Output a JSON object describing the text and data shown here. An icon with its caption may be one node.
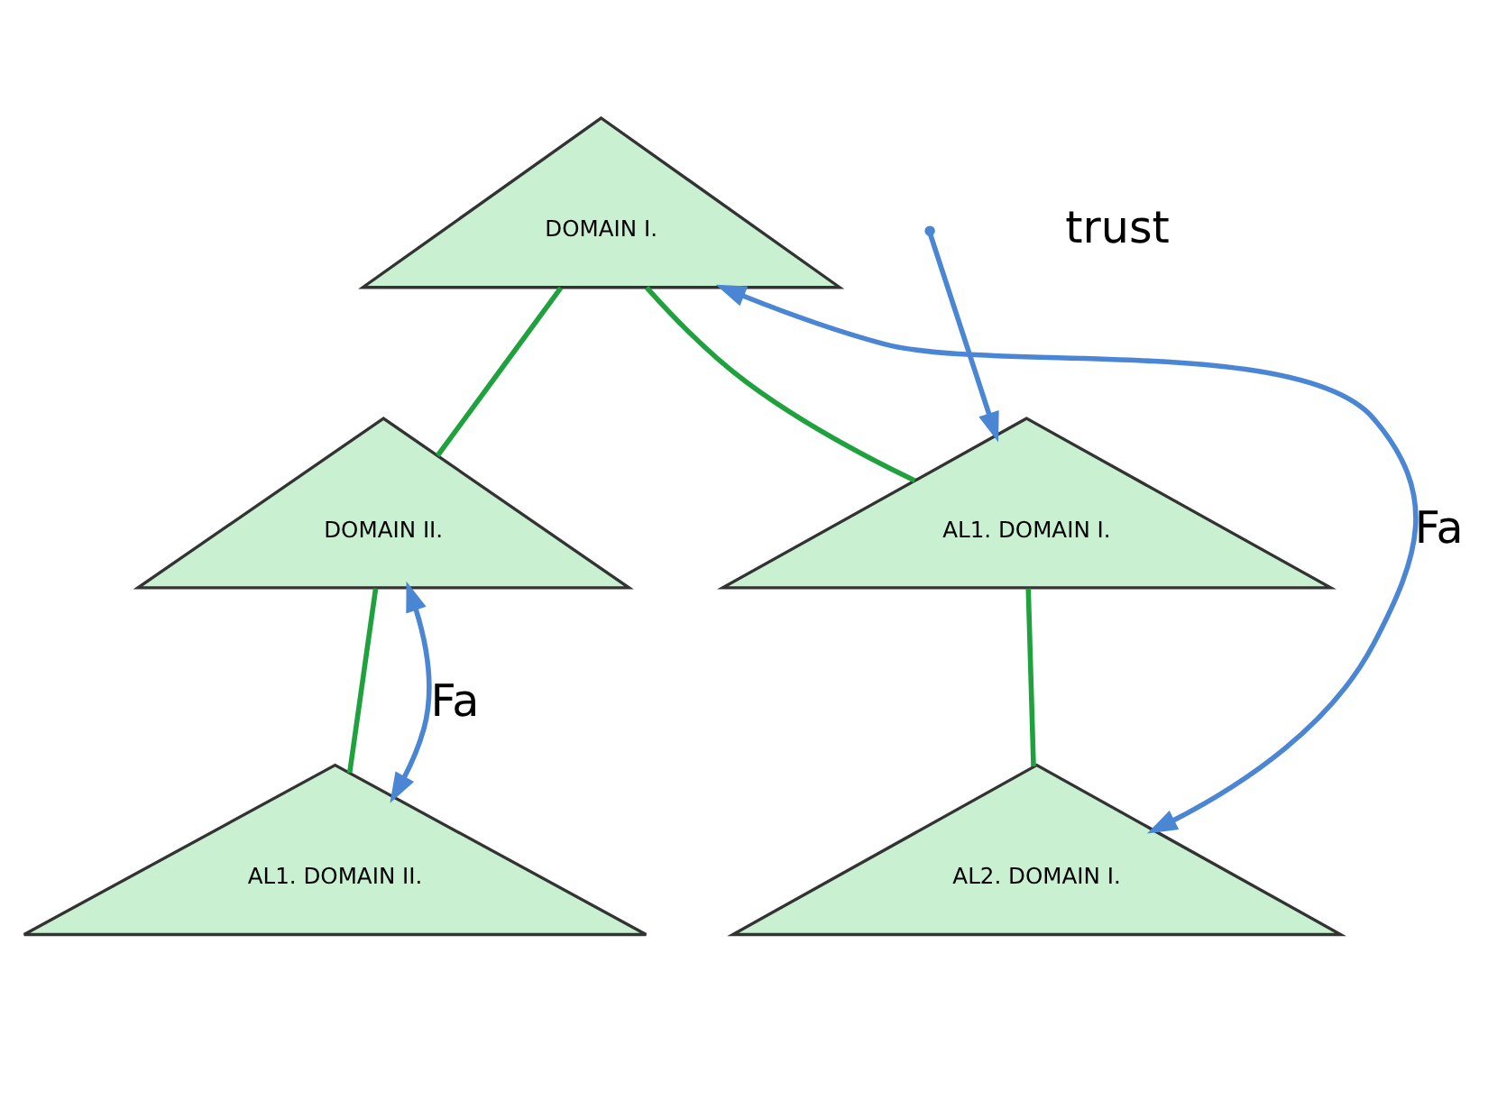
{
  "diagram": {
    "nodes": [
      {
        "text": [
          "DOMAIN I."
        ]
      },
      {
        "text": [
          "DOMAIN II."
        ]
      },
      {
        "text": [
          "AL1. DOMAIN I."
        ]
      },
      {
        "text": [
          "AL1. DOMAIN II."
        ]
      },
      {
        "text": [
          "AL2. DOMAIN I."
        ]
      }
    ],
    "edges": [
      {
        "from": 0,
        "to": 1,
        "arrow": "none"
      },
      {
        "from": 0,
        "to": 2,
        "arrow": "none"
      },
      {
        "from": 1,
        "to": 3,
        "arrow": "none"
      },
      {
        "from": 2,
        "to": 4,
        "arrow": "none"
      },
      {
        "from": 1,
        "to": 3,
        "arrow": "both",
        "label": "Fa",
        "color": "#4a86d4"
      },
      {
        "from": 0,
        "to": 4,
        "arrow": "both",
        "label": "Fa",
        "color": "#4a86d4"
      },
      {
        "from": null,
        "to": 2,
        "arrow": "to",
        "color": "#4a86d4"
      }
    ],
    "labels": [
      "trust"
    ]
  }
}
